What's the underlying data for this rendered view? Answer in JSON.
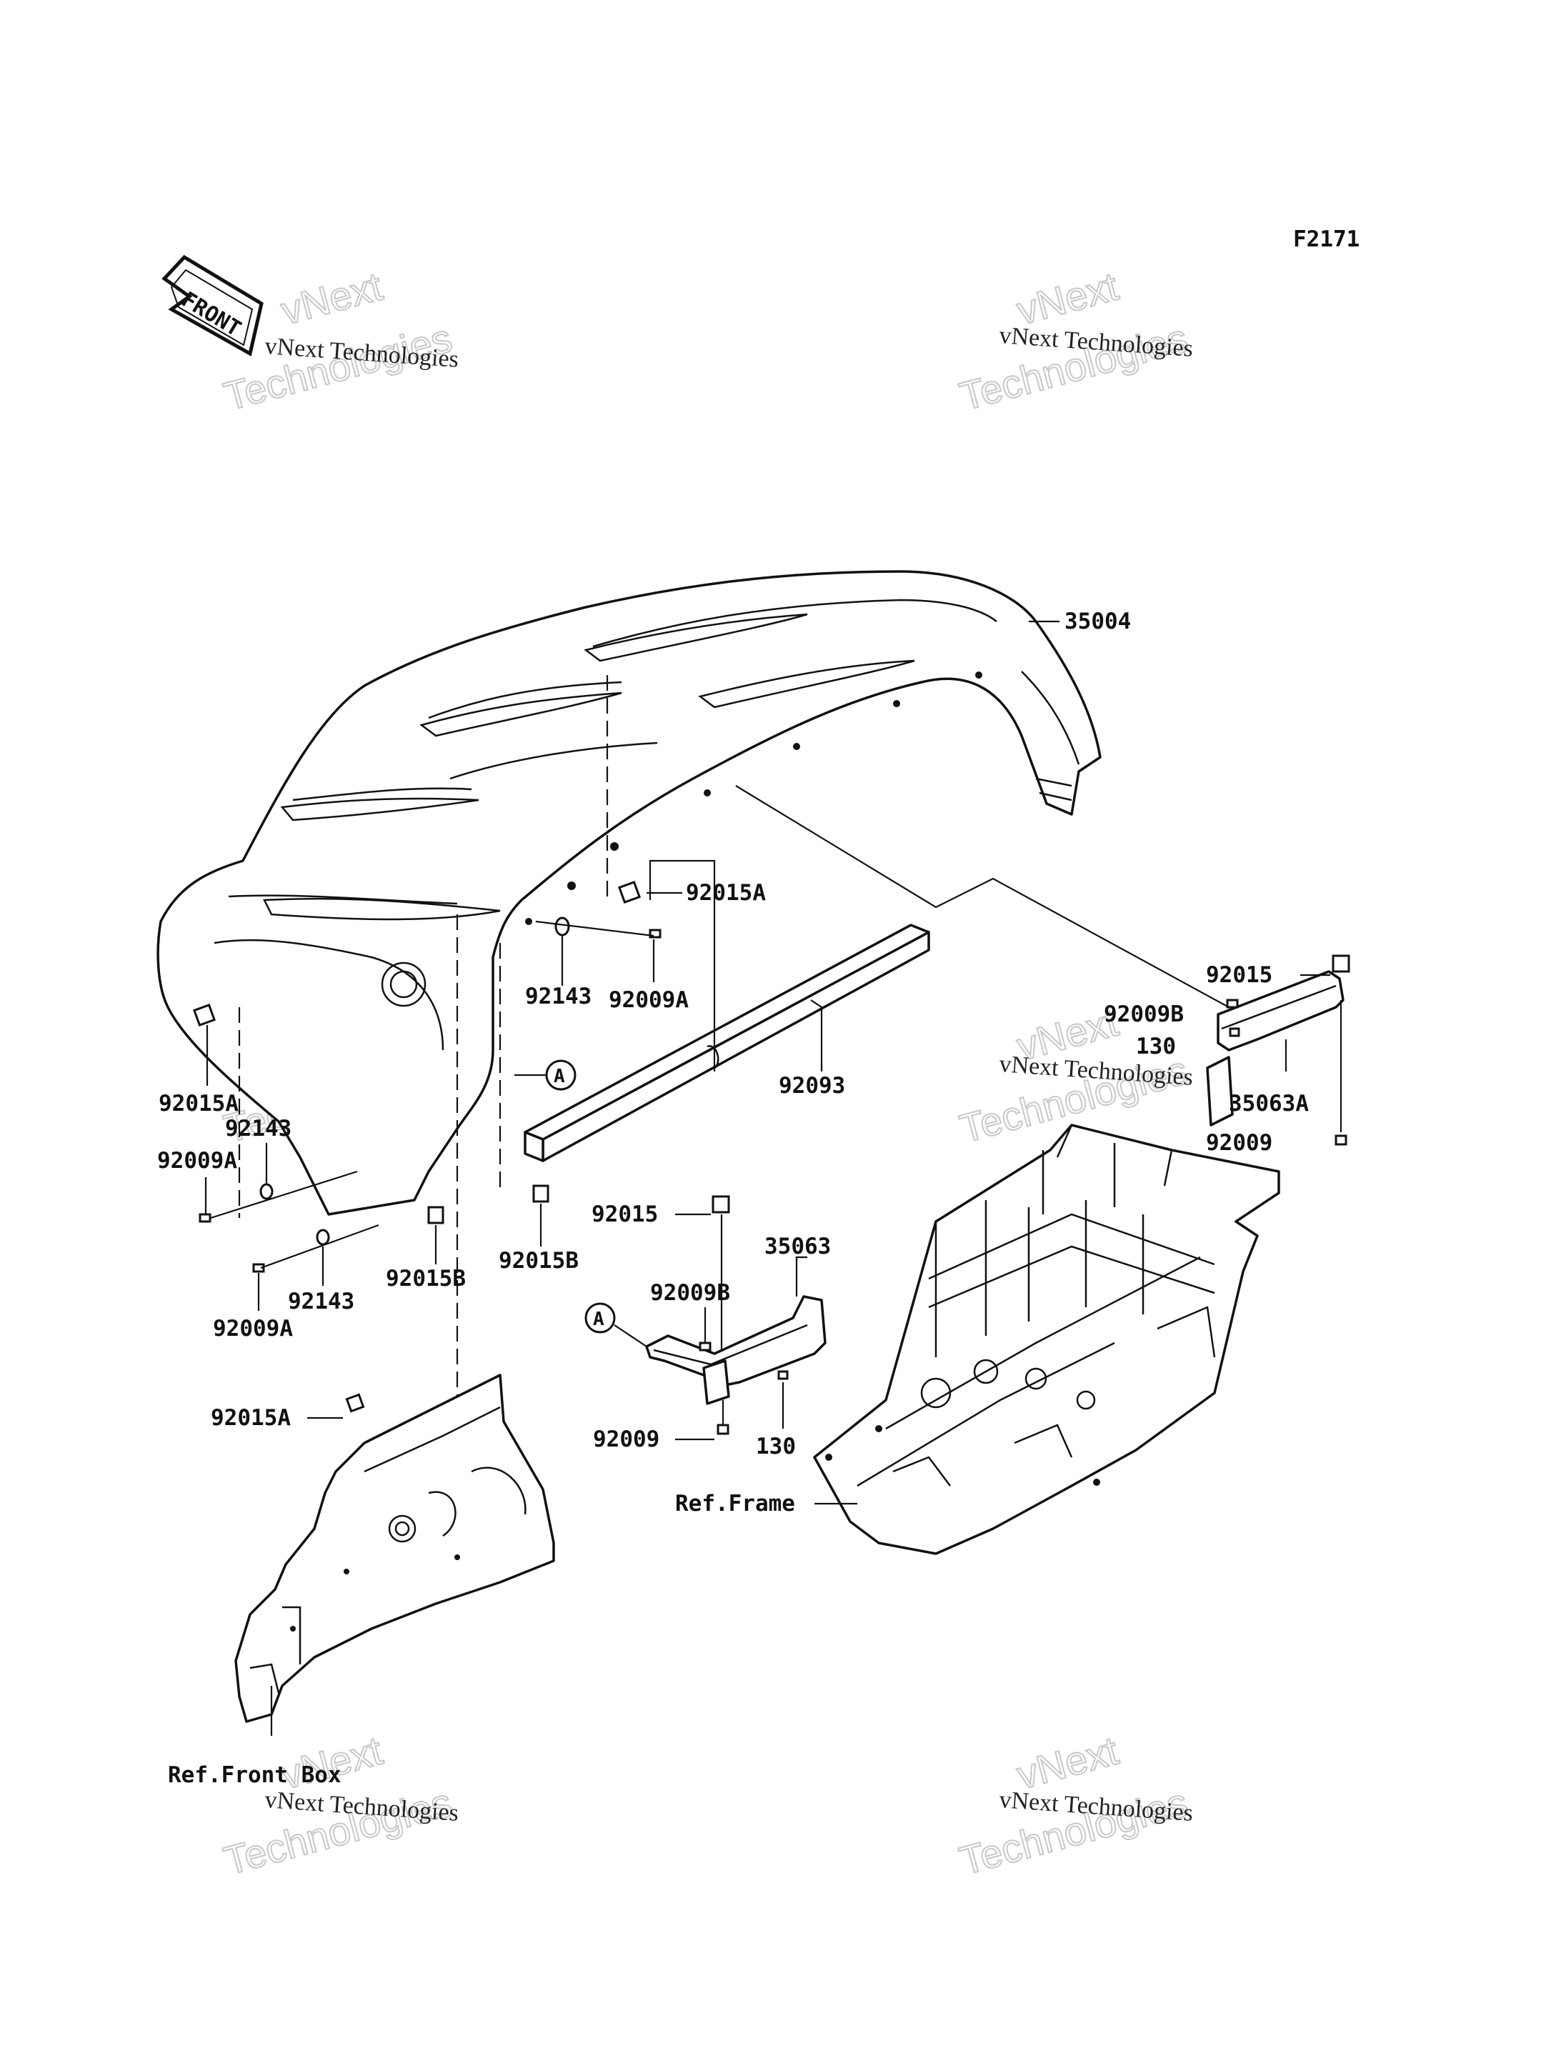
{
  "diagram": {
    "figure_code": "F2171",
    "front_marker": "FRONT",
    "ref_marker": "A",
    "watermark": {
      "line1": "vNext Technologies",
      "line2": "vNext",
      "line3": "Technologies"
    },
    "labels": {
      "l35004": "35004",
      "l92015A_top": "92015A",
      "l92143_a": "92143",
      "l92009A_a": "92009A",
      "l92093": "92093",
      "l92015A_left": "92015A",
      "l92143_b": "92143",
      "l92009A_b": "92009A",
      "l92015B_a": "92015B",
      "l92015B_b": "92015B",
      "l92143_c": "92143",
      "l92009A_c": "92009A",
      "l92015A_lower": "92015A",
      "l92015_right": "92015",
      "l92009B_right": "92009B",
      "l130_right": "130",
      "l35063A": "35063A",
      "l92009_right": "92009",
      "l92015_mid": "92015",
      "l35063": "35063",
      "l92009B_mid": "92009B",
      "l92009_mid": "92009",
      "l130_mid": "130",
      "ref_frame": "Ref.Frame",
      "ref_front_box": "Ref.Front Box"
    }
  }
}
